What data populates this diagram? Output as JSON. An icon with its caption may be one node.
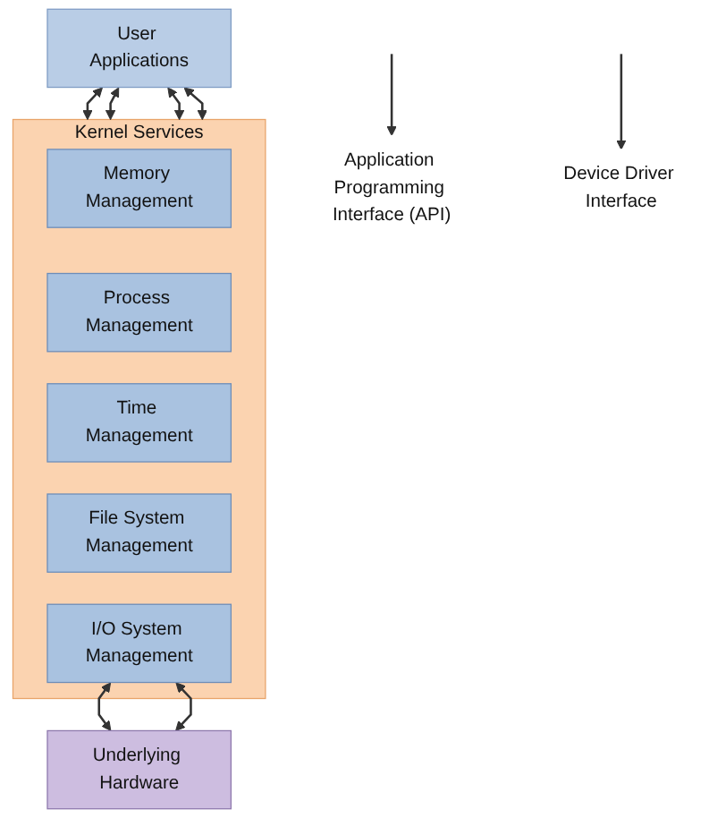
{
  "diagram": {
    "nodes": [
      {
        "text": [
          "User Applications"
        ]
      },
      {
        "text": [
          "Kernel Services"
        ]
      },
      {
        "text": [
          "Memory Management"
        ],
        "in": 1
      },
      {
        "text": [
          "Process Management"
        ],
        "in": 1
      },
      {
        "text": [
          "Time Management"
        ],
        "in": 1
      },
      {
        "text": [
          "File System Management"
        ],
        "in": 1
      },
      {
        "text": [
          "I/O System Management"
        ],
        "in": 1
      },
      {
        "text": [
          "Underlying Hardware"
        ]
      },
      {
        "text": [
          "Application Programming Interface (API)"
        ]
      },
      {
        "text": [
          "Device Driver Interface"
        ]
      }
    ],
    "edges": [
      {
        "from": 0,
        "to": 1,
        "arrow": "both"
      },
      {
        "from": 0,
        "to": 1,
        "arrow": "both"
      },
      {
        "from": 0,
        "to": 1,
        "arrow": "both"
      },
      {
        "from": 0,
        "to": 1,
        "arrow": "both"
      },
      {
        "from": null,
        "to": 8,
        "arrow": "to"
      },
      {
        "from": 6,
        "to": 7,
        "arrow": "both"
      },
      {
        "from": 6,
        "to": 7,
        "arrow": "both"
      },
      {
        "from": null,
        "to": 9,
        "arrow": "to"
      }
    ]
  }
}
